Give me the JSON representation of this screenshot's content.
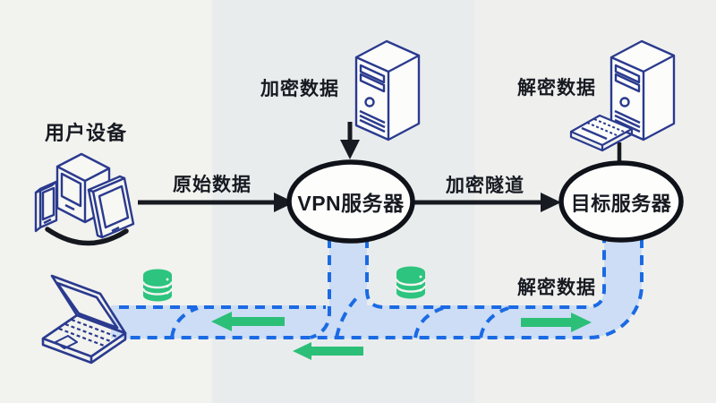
{
  "diagram": {
    "type": "vpn-data-flow",
    "nodes": {
      "user_devices": {
        "label": "用户设备",
        "icon": "devices-cluster-icon"
      },
      "vpn_server": {
        "label": "VPN服务器",
        "shape": "ellipse"
      },
      "target_server": {
        "label": "目标服务器",
        "shape": "ellipse"
      },
      "client_laptop": {
        "icon": "laptop-icon"
      }
    },
    "flows": {
      "original_data": {
        "label": "原始数据",
        "from": "user_devices",
        "to": "vpn_server"
      },
      "encrypted_data": {
        "label": "加密数据",
        "from": "encrypt-server-tower-icon",
        "to": "vpn_server"
      },
      "encrypted_tunnel": {
        "label": "加密隧道",
        "from": "vpn_server",
        "to": "target_server"
      },
      "decrypted_data_top": {
        "label": "解密数据",
        "icon": "server-tower-keyboard-icon"
      },
      "decrypted_data_return": {
        "label": "解密数据",
        "from": "target_server",
        "to": "client_laptop"
      }
    },
    "icons": {
      "devices_cluster": "devices-cluster-icon",
      "encrypt_server": "server-tower-icon",
      "decrypt_server": "server-tower-keyboard-icon",
      "laptop": "laptop-icon",
      "database_left": "database-cylinder-icon",
      "database_mid": "database-cylinder-icon"
    },
    "colors": {
      "ink": "#171a21",
      "navy_icon": "#2a3a8e",
      "green": "#2cbf77",
      "tunnel_stroke": "#1b6ae4",
      "tunnel_fill": "#ccddf5",
      "node_fill": "#fdfdfb",
      "bg_left": "#f2f2ee",
      "bg_middle": "#e9eced",
      "bg_right": "#eff0ee"
    }
  }
}
